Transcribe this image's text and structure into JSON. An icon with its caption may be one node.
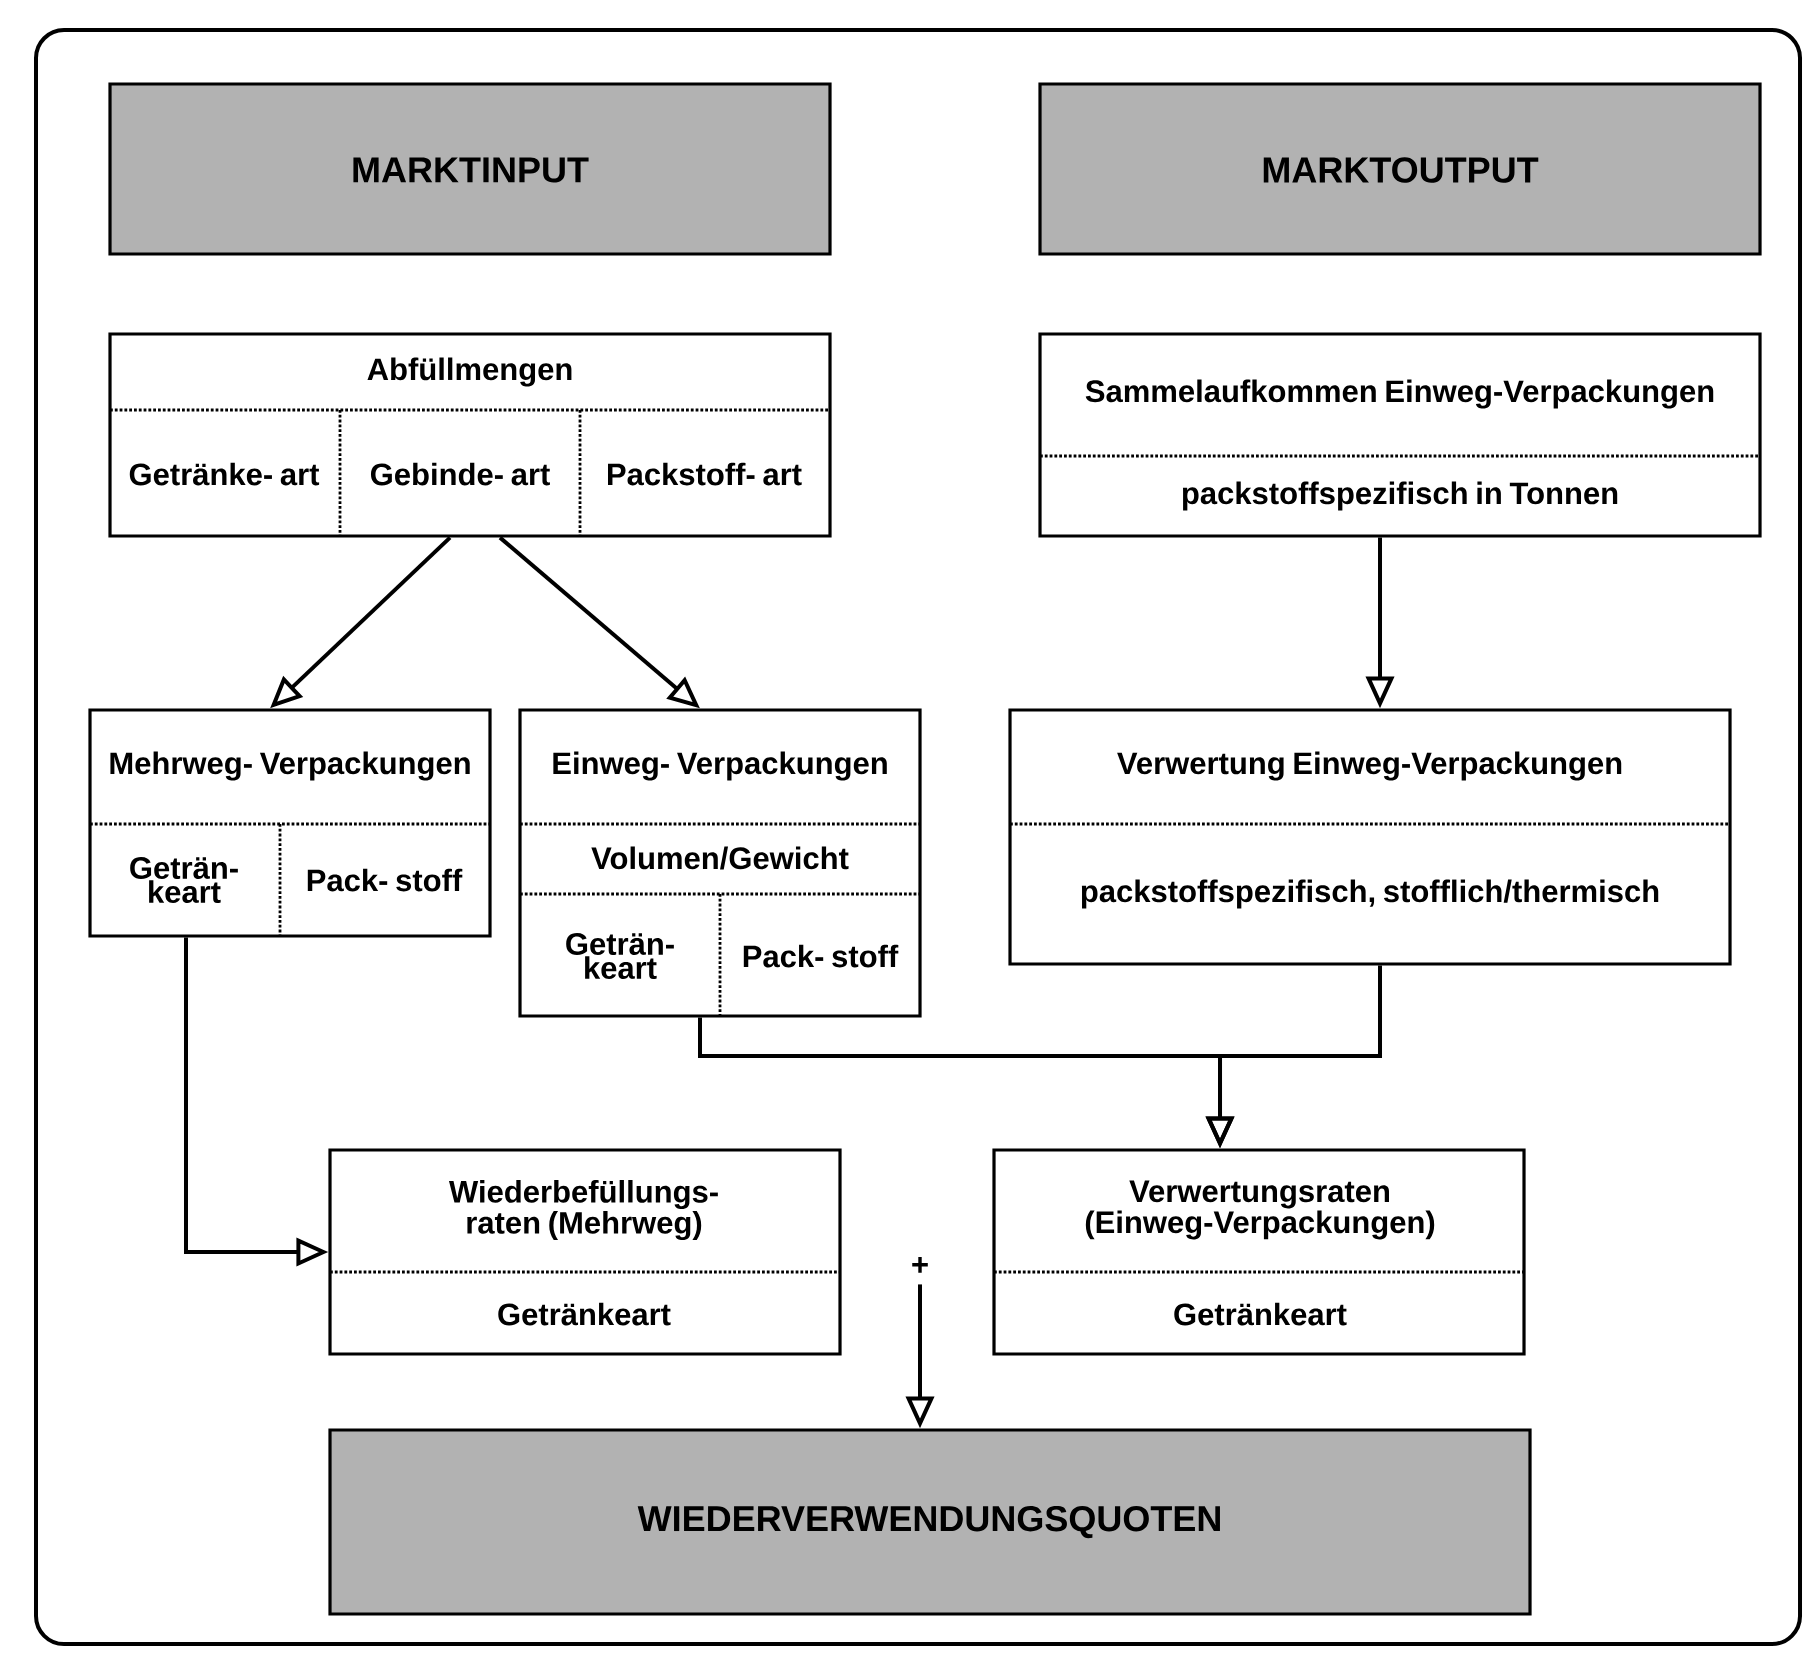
{
  "diagram": {
    "nodes": [
      {
        "text": [
          "MARKTINPUT"
        ]
      },
      {
        "text": [
          "MARKTOUTPUT"
        ]
      },
      {
        "text": [
          "Abfüllmengen",
          "Getränke- art",
          "Gebinde- art",
          "Packstoff- art"
        ]
      },
      {
        "text": [
          "Sammelaufkommen Einweg-Verpackungen",
          "packstoffspezifisch in Tonnen"
        ]
      },
      {
        "text": [
          "Mehrweg- Verpackungen",
          "Geträn- keart",
          "Pack- stoff"
        ]
      },
      {
        "text": [
          "Einweg- Verpackungen",
          "Volumen/Gewicht",
          "Geträn- keart",
          "Pack- stoff"
        ]
      },
      {
        "text": [
          "Verwertung Einweg-Verpackungen",
          "packstoffspezifisch, stofflich/thermisch"
        ]
      },
      {
        "text": [
          "Wiederbefüllungs- raten (Mehrweg)",
          "Getränkeart"
        ]
      },
      {
        "text": [
          "+"
        ]
      },
      {
        "text": [
          "Verwertungsraten (Einweg-Verpackungen)",
          "Getränkeart"
        ]
      },
      {
        "text": [
          "WIEDERVERWENDUNGSQUOTEN"
        ]
      }
    ],
    "edges": [
      {
        "from": 2,
        "to": 4,
        "arrow": "to"
      },
      {
        "from": 2,
        "to": 5,
        "arrow": "to"
      },
      {
        "from": 3,
        "to": 6,
        "arrow": "to"
      },
      {
        "from": 4,
        "to": 7,
        "arrow": "to"
      },
      {
        "from": 5,
        "to": 9,
        "arrow": "to"
      },
      {
        "from": 6,
        "to": 9,
        "arrow": "to"
      },
      {
        "from": 8,
        "to": 10,
        "arrow": "to"
      }
    ]
  }
}
